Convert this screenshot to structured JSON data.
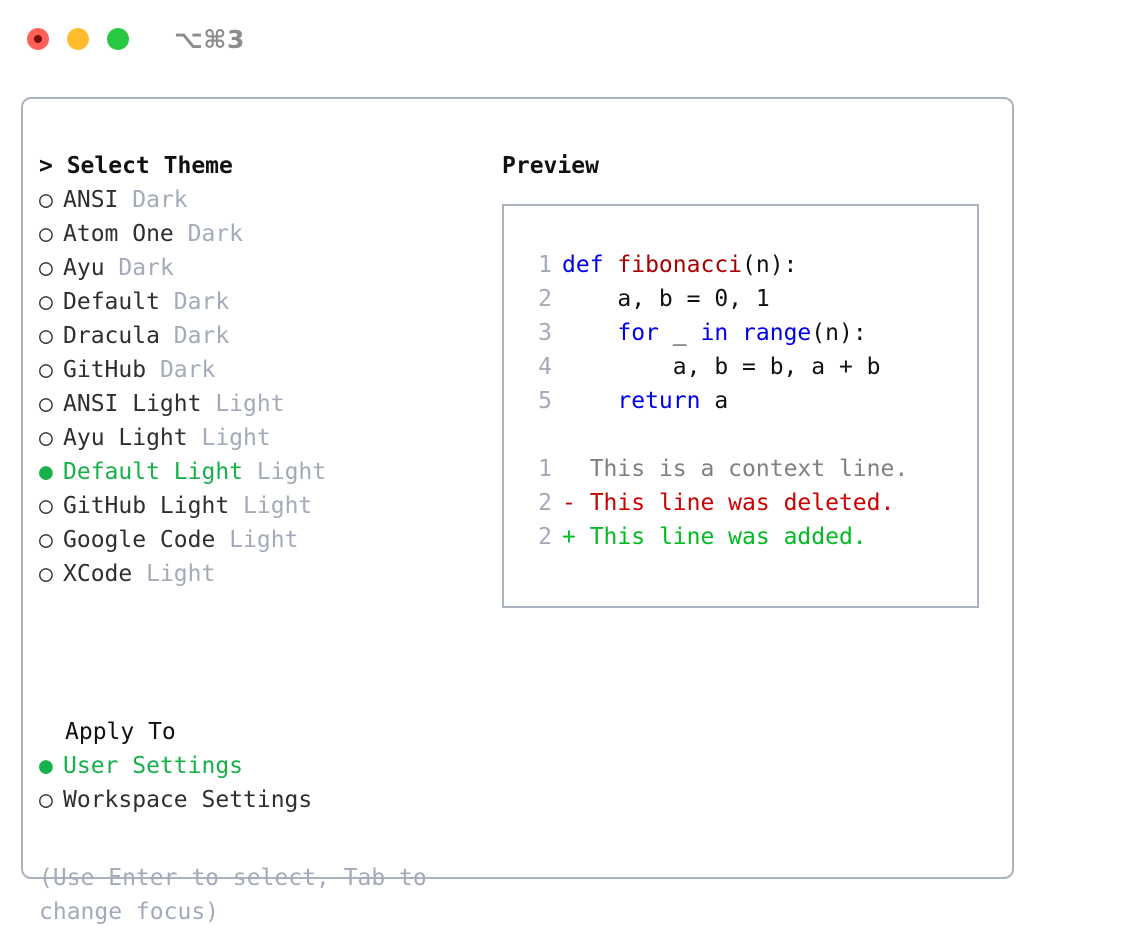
{
  "titlebar": {
    "shortcut": "⌥⌘3",
    "buttons": [
      {
        "name": "close",
        "color": "#ff6058"
      },
      {
        "name": "minimize",
        "color": "#ffbd2e"
      },
      {
        "name": "zoom",
        "color": "#28c840"
      }
    ]
  },
  "theme_picker": {
    "header": "> Select Theme",
    "radio_selected_glyph": "●",
    "radio_unselected_glyph": "○",
    "accent_color": "#18b04a",
    "tag_color": "#a3abb8",
    "items": [
      {
        "name": "ANSI",
        "tag": "Dark",
        "selected": false
      },
      {
        "name": "Atom One",
        "tag": "Dark",
        "selected": false
      },
      {
        "name": "Ayu",
        "tag": "Dark",
        "selected": false
      },
      {
        "name": "Default",
        "tag": "Dark",
        "selected": false
      },
      {
        "name": "Dracula",
        "tag": "Dark",
        "selected": false
      },
      {
        "name": "GitHub",
        "tag": "Dark",
        "selected": false
      },
      {
        "name": "ANSI Light",
        "tag": "Light",
        "selected": false
      },
      {
        "name": "Ayu Light",
        "tag": "Light",
        "selected": false
      },
      {
        "name": "Default Light",
        "tag": "Light",
        "selected": true
      },
      {
        "name": "GitHub Light",
        "tag": "Light",
        "selected": false
      },
      {
        "name": "Google Code",
        "tag": "Light",
        "selected": false
      },
      {
        "name": "XCode",
        "tag": "Light",
        "selected": false
      }
    ]
  },
  "apply_to": {
    "header": "Apply To",
    "items": [
      {
        "name": "User Settings",
        "selected": true
      },
      {
        "name": "Workspace Settings",
        "selected": false
      }
    ]
  },
  "hint": "(Use Enter to select, Tab to change focus)",
  "preview": {
    "title": "Preview",
    "code_lines": [
      {
        "number": "1",
        "tokens": [
          {
            "t": "def ",
            "c": "kw"
          },
          {
            "t": "fibonacci",
            "c": "fn"
          },
          {
            "t": "(n):",
            "c": "plain"
          }
        ]
      },
      {
        "number": "2",
        "tokens": [
          {
            "t": "    a, b = 0, 1",
            "c": "plain"
          }
        ]
      },
      {
        "number": "3",
        "tokens": [
          {
            "t": "    ",
            "c": "plain"
          },
          {
            "t": "for",
            "c": "kw"
          },
          {
            "t": " _ ",
            "c": "plain"
          },
          {
            "t": "in",
            "c": "kw"
          },
          {
            "t": " ",
            "c": "plain"
          },
          {
            "t": "range",
            "c": "kw"
          },
          {
            "t": "(n):",
            "c": "plain"
          }
        ]
      },
      {
        "number": "4",
        "tokens": [
          {
            "t": "        a, b = b, a + b",
            "c": "plain"
          }
        ]
      },
      {
        "number": "5",
        "tokens": [
          {
            "t": "    ",
            "c": "plain"
          },
          {
            "t": "return",
            "c": "kw"
          },
          {
            "t": " a",
            "c": "plain"
          }
        ]
      }
    ],
    "diff_lines": [
      {
        "number": "1",
        "marker": "  ",
        "text": "This is a context line.",
        "kind": "ctx"
      },
      {
        "number": "2",
        "marker": "- ",
        "text": "This line was deleted.",
        "kind": "del"
      },
      {
        "number": "2",
        "marker": "+ ",
        "text": "This line was added.",
        "kind": "add"
      }
    ]
  }
}
